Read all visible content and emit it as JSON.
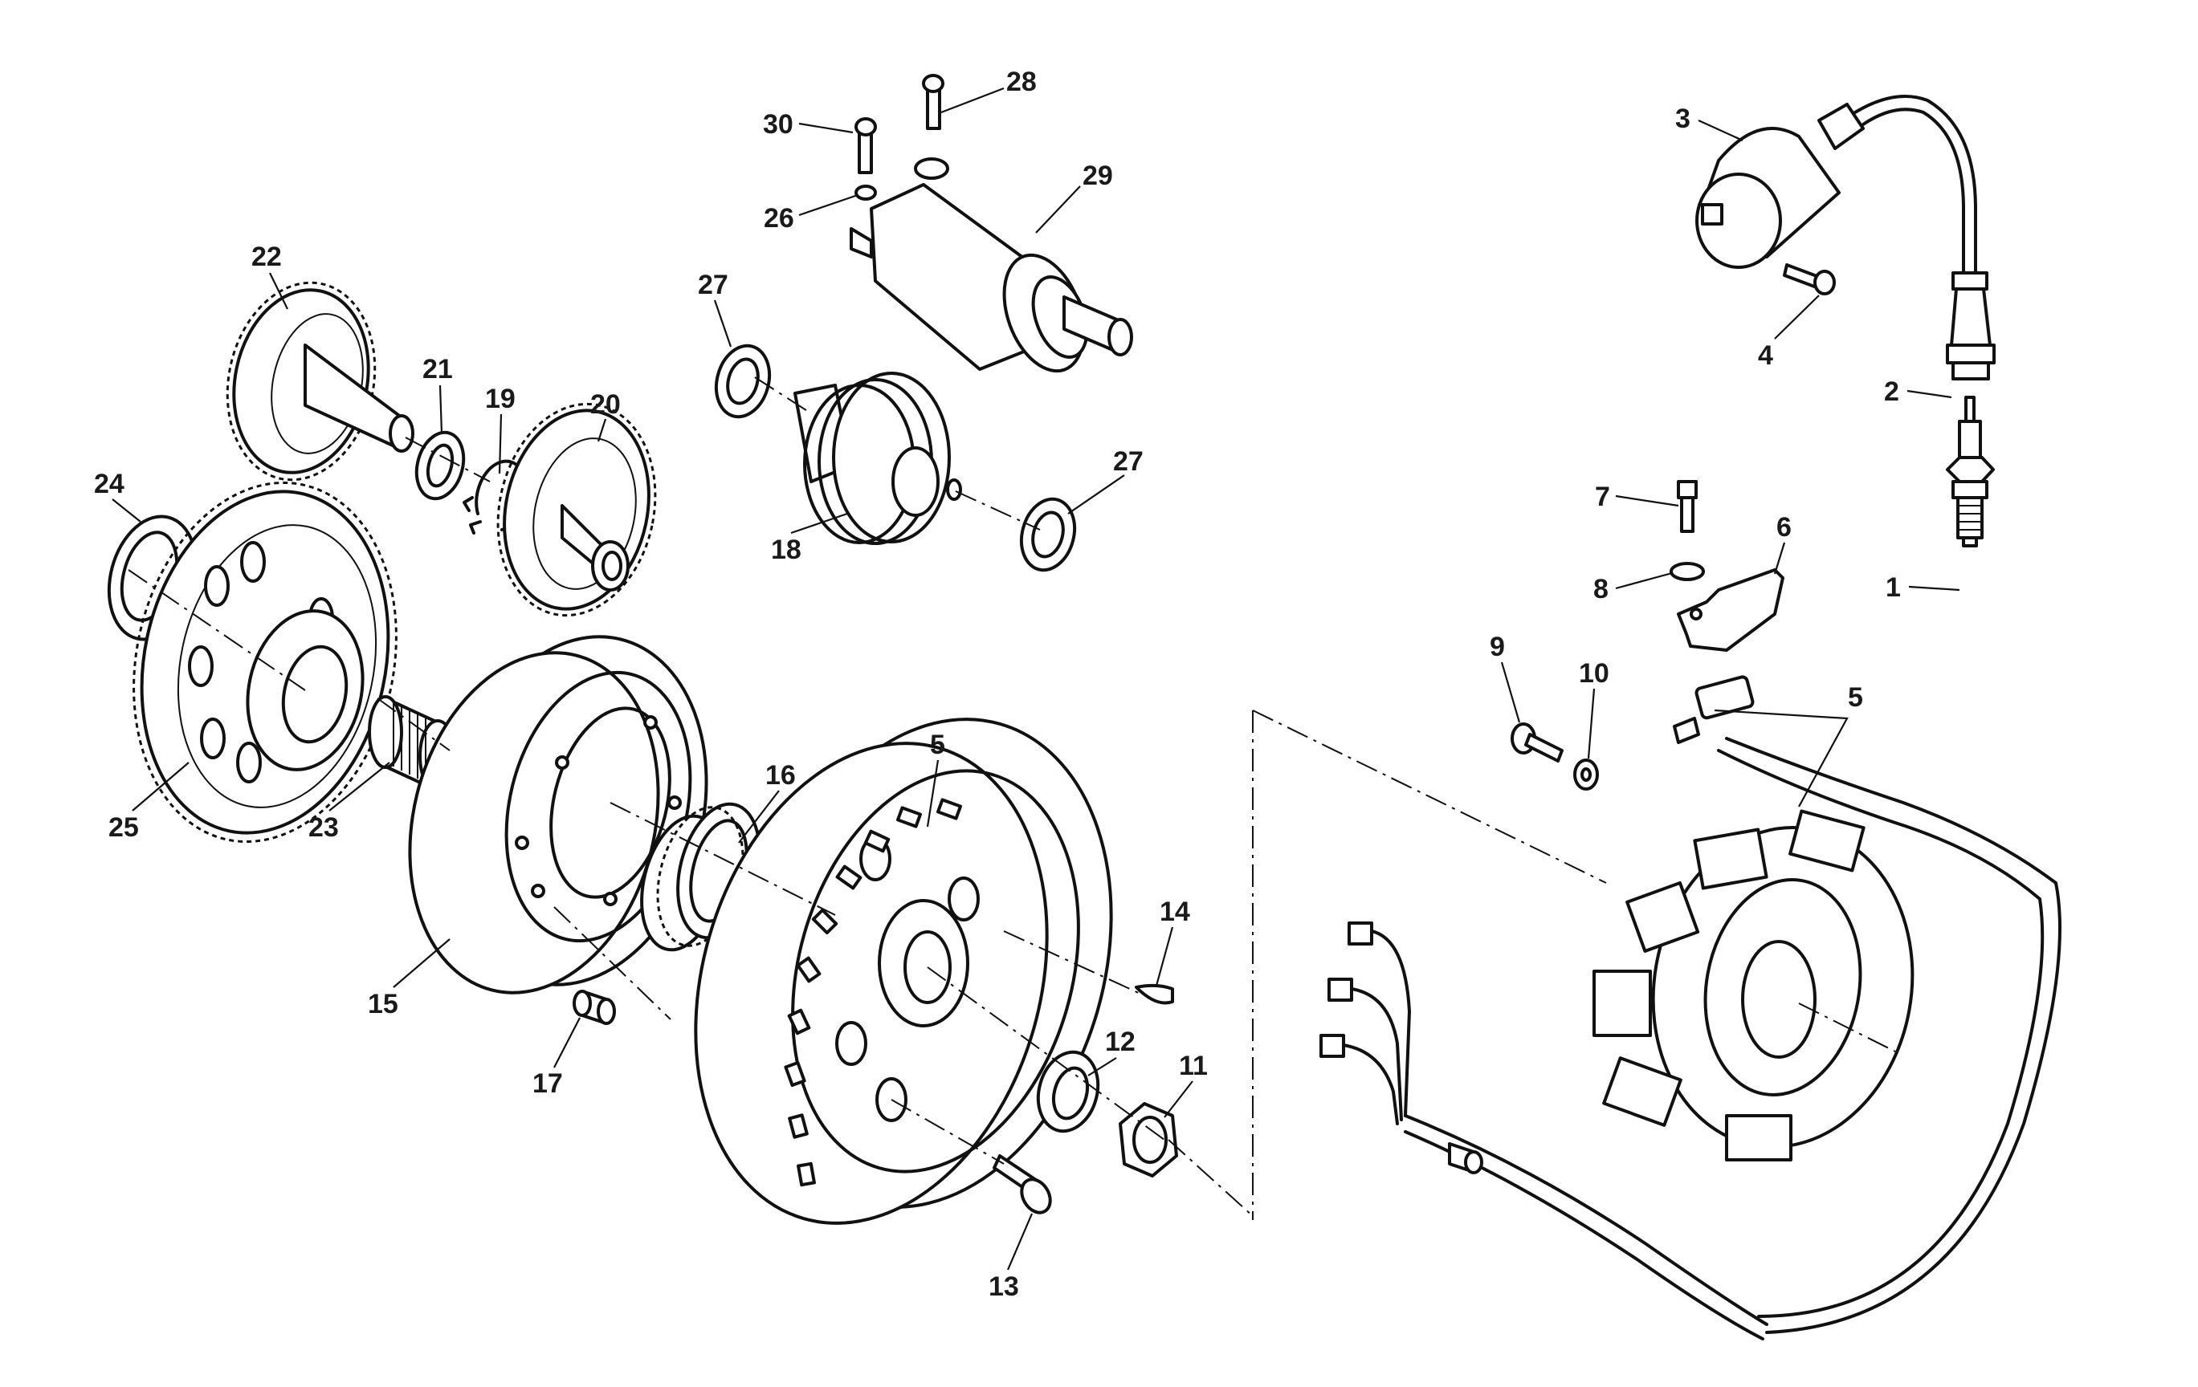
{
  "diagram": {
    "title": "Exploded view - flywheel magneto, starter motor and ignition",
    "colors": {
      "line": "#111111",
      "label": "#1a1a1a",
      "background": "#ffffff"
    },
    "callouts": [
      {
        "id": "c1",
        "label": "1",
        "part": "spark-plug"
      },
      {
        "id": "c2",
        "label": "2",
        "part": "spark-plug-cap"
      },
      {
        "id": "c3",
        "label": "3",
        "part": "ignition-coil"
      },
      {
        "id": "c4",
        "label": "4",
        "part": "coil-screw"
      },
      {
        "id": "c5a",
        "label": "5",
        "part": "flywheel-rotor"
      },
      {
        "id": "c5b",
        "label": "5",
        "part": "stator-pickup-assembly"
      },
      {
        "id": "c6",
        "label": "6",
        "part": "pickup-bracket"
      },
      {
        "id": "c7",
        "label": "7",
        "part": "bracket-screw"
      },
      {
        "id": "c8",
        "label": "8",
        "part": "bracket-washer"
      },
      {
        "id": "c9",
        "label": "9",
        "part": "stator-screw"
      },
      {
        "id": "c10",
        "label": "10",
        "part": "stator-washer"
      },
      {
        "id": "c11",
        "label": "11",
        "part": "flywheel-nut"
      },
      {
        "id": "c12",
        "label": "12",
        "part": "flywheel-washer"
      },
      {
        "id": "c13",
        "label": "13",
        "part": "freewheel-screw"
      },
      {
        "id": "c14",
        "label": "14",
        "part": "woodruff-key"
      },
      {
        "id": "c15",
        "label": "15",
        "part": "freewheel-housing"
      },
      {
        "id": "c16",
        "label": "16",
        "part": "freewheel-roller-cage"
      },
      {
        "id": "c17",
        "label": "17",
        "part": "dowel"
      },
      {
        "id": "c18",
        "label": "18",
        "part": "starter-bendix"
      },
      {
        "id": "c19",
        "label": "19",
        "part": "circlip"
      },
      {
        "id": "c20",
        "label": "20",
        "part": "intermediate-gear"
      },
      {
        "id": "c21",
        "label": "21",
        "part": "shim-washer"
      },
      {
        "id": "c22",
        "label": "22",
        "part": "gear-shaft"
      },
      {
        "id": "c23",
        "label": "23",
        "part": "needle-bearing"
      },
      {
        "id": "c24",
        "label": "24",
        "part": "thrust-washer"
      },
      {
        "id": "c25",
        "label": "25",
        "part": "starter-driven-gear"
      },
      {
        "id": "c26",
        "label": "26",
        "part": "starter-washer"
      },
      {
        "id": "c27a",
        "label": "27",
        "part": "bendix-washer-left"
      },
      {
        "id": "c27b",
        "label": "27",
        "part": "bendix-washer-right"
      },
      {
        "id": "c28",
        "label": "28",
        "part": "starter-bolt-long"
      },
      {
        "id": "c29",
        "label": "29",
        "part": "starter-motor"
      },
      {
        "id": "c30",
        "label": "30",
        "part": "starter-bolt-short"
      }
    ]
  }
}
